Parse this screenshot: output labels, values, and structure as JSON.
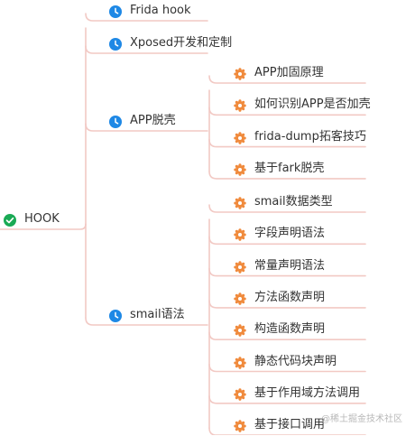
{
  "colors": {
    "line": "#f2c9c4",
    "root_icon": "#1aaa55",
    "clock_icon": "#1e88e5",
    "gear_icon": "#f08a3c"
  },
  "root": {
    "label": "HOOK",
    "icon": "check-circle-icon"
  },
  "branches": [
    {
      "label": "Frida hook",
      "icon": "clock-icon",
      "children": []
    },
    {
      "label": "Xposed开发和定制",
      "icon": "clock-icon",
      "children": []
    },
    {
      "label": "APP脱壳",
      "icon": "clock-icon",
      "children": [
        {
          "label": "APP加固原理",
          "icon": "gear-icon"
        },
        {
          "label": "如何识别APP是否加壳",
          "icon": "gear-icon"
        },
        {
          "label": "frida-dump拓客技巧",
          "icon": "gear-icon"
        },
        {
          "label": "基于fark脱壳",
          "icon": "gear-icon"
        }
      ]
    },
    {
      "label": "smail语法",
      "icon": "clock-icon",
      "children": [
        {
          "label": "smail数据类型",
          "icon": "gear-icon"
        },
        {
          "label": "字段声明语法",
          "icon": "gear-icon"
        },
        {
          "label": "常量声明语法",
          "icon": "gear-icon"
        },
        {
          "label": "方法函数声明",
          "icon": "gear-icon"
        },
        {
          "label": "构造函数声明",
          "icon": "gear-icon"
        },
        {
          "label": "静态代码块声明",
          "icon": "gear-icon"
        },
        {
          "label": "基于作用域方法调用",
          "icon": "gear-icon"
        },
        {
          "label": "基于接口调用",
          "icon": "gear-icon"
        }
      ]
    }
  ],
  "watermark": "@稀土掘金技术社区"
}
